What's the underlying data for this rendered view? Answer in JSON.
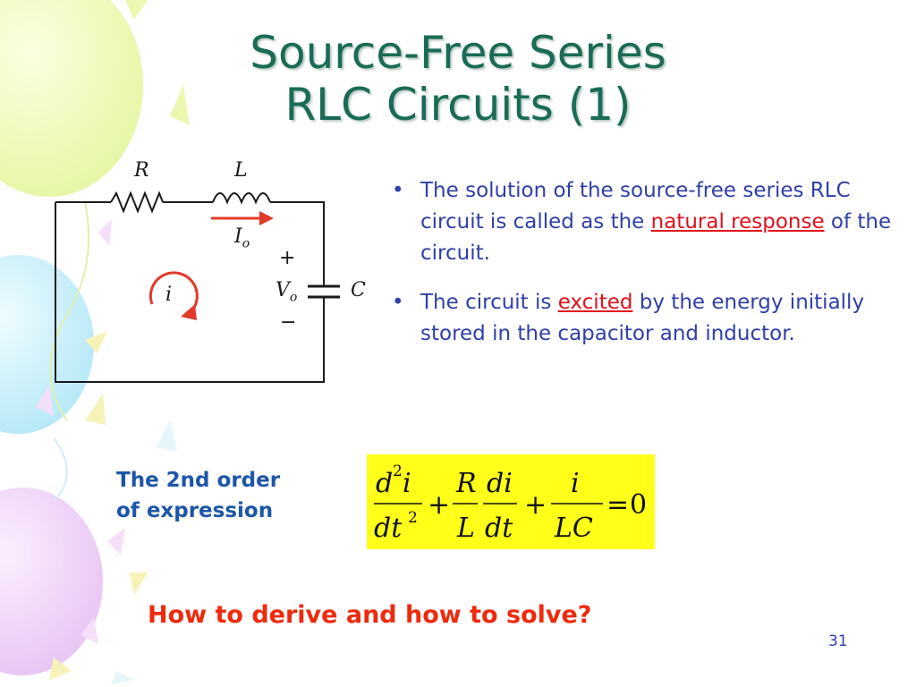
{
  "slide": {
    "title_line1": "Source-Free Series",
    "title_line2": "RLC Circuits (1)",
    "page_number": "31"
  },
  "circuit": {
    "label_R": "R",
    "label_L": "L",
    "label_Io": "I",
    "label_Io_sub": "o",
    "label_plus": "+",
    "label_Vo": "V",
    "label_Vo_sub": "o",
    "label_minus": "−",
    "label_C": "C",
    "label_i": "i"
  },
  "bullets": [
    {
      "pre": "The solution of the source-free series RLC circuit is called as the ",
      "highlight": "natural response",
      "post": " of the circuit."
    },
    {
      "pre": "The circuit is ",
      "highlight": "excited",
      "post": " by the energy initially stored in the capacitor and inductor."
    }
  ],
  "equation": {
    "label": "The 2nd order of expression",
    "t1_num_d": "d",
    "t1_num_exp": "2",
    "t1_num_i": "i",
    "t1_den_dt": "dt",
    "t1_den_exp": "2",
    "plus": "+",
    "t2_num": "R",
    "t2_den": "L",
    "t3_num": "di",
    "t3_den": "dt",
    "t4_num": "i",
    "t4_den": "LC",
    "equals": "=",
    "rhs": "0"
  },
  "question": "How to derive and how to solve?",
  "colors": {
    "title": "#1a6b55",
    "body_text": "#2f3fa8",
    "highlight": "#e0101a",
    "equation_bg": "#ffff1a",
    "question": "#ee2a0e",
    "arrow_red": "#e23a2a"
  }
}
